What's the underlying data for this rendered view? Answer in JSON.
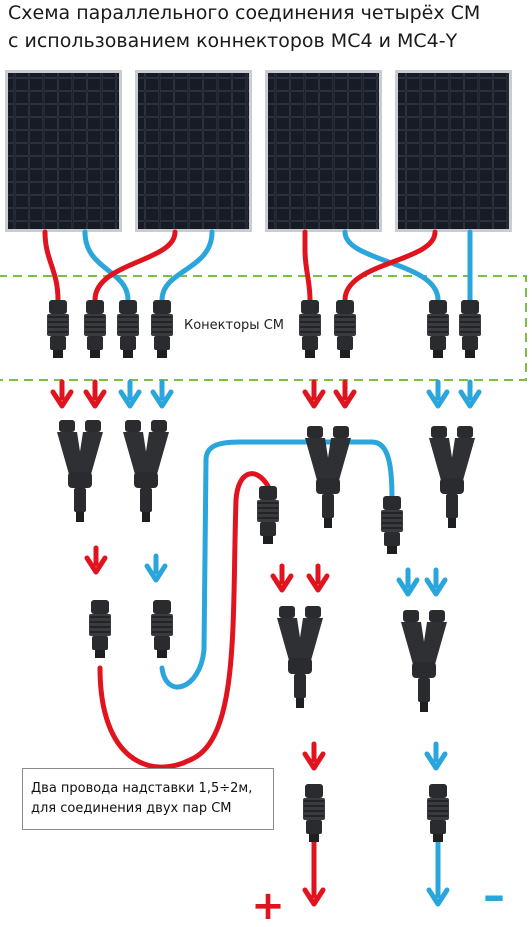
{
  "title_line1": "Схема параллельного соединения четырёх СМ",
  "title_line2": "с  использованием коннекторов МС4 и МС4-Y",
  "connectors_label": "Конекторы СМ",
  "callout_line1": "Два провода надставки 1,5÷2м,",
  "callout_line2": "для соединения двух пар СМ",
  "plus_sign": "+",
  "minus_sign": "–",
  "colors": {
    "positive": "#e0141e",
    "negative": "#2aa6dc",
    "panel": "#10141c",
    "panel_grid": "#3a4150",
    "panel_frame": "#c9ccd1",
    "connector": "#2a2b2e",
    "dashed_band": "#7bc043"
  }
}
